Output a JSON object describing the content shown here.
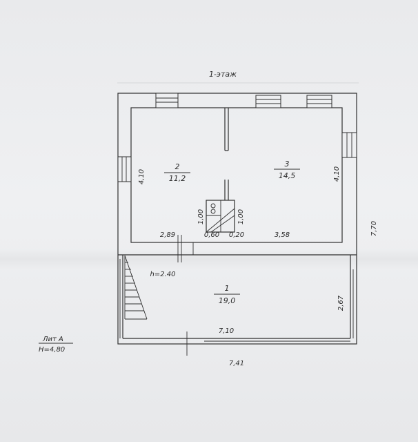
{
  "plan": {
    "floor_title": "1-этаж",
    "rooms": [
      {
        "number": "1",
        "area": "19,0"
      },
      {
        "number": "2",
        "area": "11,2"
      },
      {
        "number": "3",
        "area": "14,5"
      }
    ],
    "dimensions": {
      "overall_width": "7,41",
      "inner_width": "7,10",
      "right_height": "7,70",
      "room2_height": "4,10",
      "room3_height": "4,10",
      "room1_height": "2,67",
      "room2_width": "2,89",
      "room3_width": "3,58",
      "stove_width": "0,60",
      "stove_gap": "0,20",
      "stove_left_height": "1,00",
      "stove_right_height": "1,00",
      "ceiling_height": "h=2.40"
    },
    "liter": {
      "name": "Лит А",
      "height": "H=4,80"
    }
  }
}
